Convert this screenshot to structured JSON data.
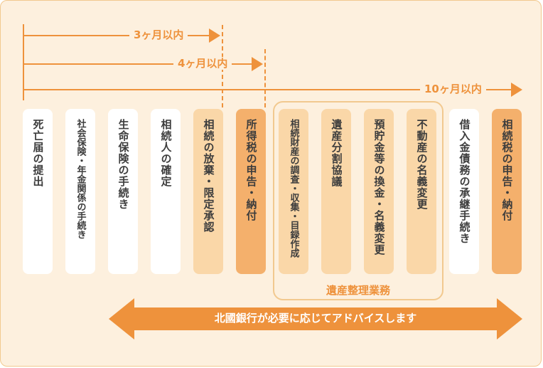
{
  "timeline": {
    "label_3m": "3ヶ月以内",
    "label_4m": "4ヶ月以内",
    "label_10m": "10ヶ月以内"
  },
  "cards": [
    {
      "id": "death-notice",
      "label": "死亡届の提出",
      "style": "white"
    },
    {
      "id": "social-insurance",
      "label": "社会保険・年金関係の手続き",
      "style": "white"
    },
    {
      "id": "life-insurance",
      "label": "生命保険の手続き",
      "style": "white"
    },
    {
      "id": "heir-confirm",
      "label": "相続人の確定",
      "style": "white"
    },
    {
      "id": "renounce",
      "label": "相続の放棄・限定承認",
      "style": "light"
    },
    {
      "id": "income-tax",
      "label": "所得税の申告・納付",
      "style": "mid"
    },
    {
      "id": "estate-survey",
      "label": "相続財産の調査・収集・目録作成",
      "style": "light"
    },
    {
      "id": "division",
      "label": "遺産分割協議",
      "style": "light"
    },
    {
      "id": "deposit-transfer",
      "label": "預貯金等の換金・名義変更",
      "style": "light"
    },
    {
      "id": "real-estate",
      "label": "不動産の名義変更",
      "style": "light"
    },
    {
      "id": "debt",
      "label": "借入金債務の承継手続き",
      "style": "white"
    },
    {
      "id": "inheritance-tax",
      "label": "相続税の申告・納付",
      "style": "mid"
    }
  ],
  "group": {
    "label": "遺産整理業務"
  },
  "banner": {
    "text": "北國銀行が必要に応じてアドバイスします"
  },
  "colors": {
    "accent": "#ee923c",
    "background": "#fdf0de",
    "card_white": "#ffffff",
    "card_light": "#fad7a8",
    "card_mid": "#f4b06c"
  }
}
